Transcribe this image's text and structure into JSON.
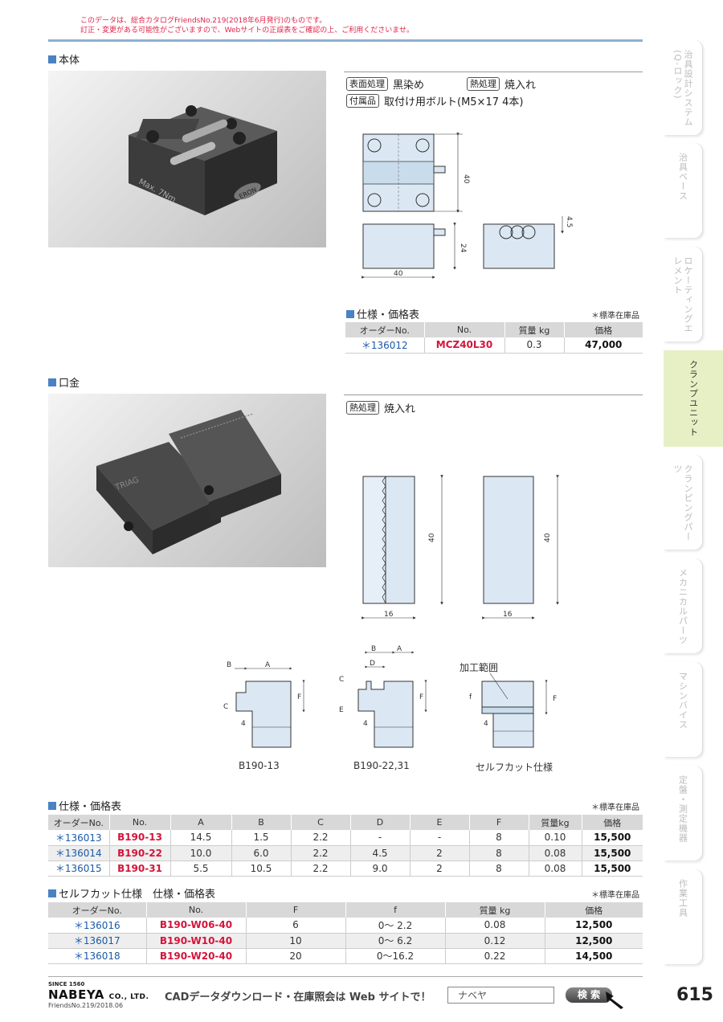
{
  "notice": {
    "line1": "このデータは、総合カタログFriendsNo.219(2018年6月発行)のものです。",
    "line2": "訂正・変更がある可能性がございますので、Webサイトの正誤表をご確認の上、ご利用くださいませ。"
  },
  "body_section": {
    "title": "本体",
    "tag1": "表面処理",
    "val1": "黒染め",
    "tag2": "熱処理",
    "val2": "焼入れ",
    "tag3": "付属品",
    "val3": "取付け用ボルト(M5×17 4本)",
    "dims": {
      "h40": "40",
      "h24": "24",
      "w40": "40",
      "h45": "4.5"
    },
    "table_title": "仕様・価格表",
    "stock": "＊標準在庫品",
    "headers": [
      "オーダーNo.",
      "No.",
      "質量 kg",
      "価格"
    ],
    "rows": [
      {
        "order": "＊136012",
        "no": "MCZ40L30",
        "mass": "0.3",
        "price": "47,000"
      }
    ],
    "photo_text": {
      "label": "Max. 7Nm",
      "logo": "ERON"
    }
  },
  "jaw_section": {
    "title": "口金",
    "tag1": "熱処理",
    "val1": "焼入れ",
    "photo_text": "TRIAG",
    "dims": {
      "h40a": "40",
      "h40b": "40",
      "w16a": "16",
      "w16b": "16"
    },
    "detail_labels": {
      "A": "A",
      "B": "B",
      "C": "C",
      "D": "D",
      "E": "E",
      "F": "F",
      "f": "f",
      "four": "4",
      "area": "加工範囲",
      "cap1": "B190-13",
      "cap2": "B190-22,31",
      "cap3": "セルフカット仕様"
    }
  },
  "table2": {
    "title": "仕様・価格表",
    "stock": "＊標準在庫品",
    "headers": [
      "オーダーNo.",
      "No.",
      "A",
      "B",
      "C",
      "D",
      "E",
      "F",
      "質量kg",
      "価格"
    ],
    "rows": [
      {
        "order": "＊136013",
        "no": "B190-13",
        "A": "14.5",
        "B": "1.5",
        "C": "2.2",
        "D": "-",
        "E": "-",
        "F": "8",
        "mass": "0.10",
        "price": "15,500"
      },
      {
        "order": "＊136014",
        "no": "B190-22",
        "A": "10.0",
        "B": "6.0",
        "C": "2.2",
        "D": "4.5",
        "E": "2",
        "F": "8",
        "mass": "0.08",
        "price": "15,500"
      },
      {
        "order": "＊136015",
        "no": "B190-31",
        "A": "5.5",
        "B": "10.5",
        "C": "2.2",
        "D": "9.0",
        "E": "2",
        "F": "8",
        "mass": "0.08",
        "price": "15,500"
      }
    ]
  },
  "table3": {
    "title": "セルフカット仕様　仕様・価格表",
    "stock": "＊標準在庫品",
    "headers": [
      "オーダーNo.",
      "No.",
      "F",
      "f",
      "質量 kg",
      "価格"
    ],
    "rows": [
      {
        "order": "＊136016",
        "no": "B190-W06-40",
        "F": "6",
        "f": "0～ 2.2",
        "mass": "0.08",
        "price": "12,500"
      },
      {
        "order": "＊136017",
        "no": "B190-W10-40",
        "F": "10",
        "f": "0～ 6.2",
        "mass": "0.12",
        "price": "12,500"
      },
      {
        "order": "＊136018",
        "no": "B190-W20-40",
        "F": "20",
        "f": "0～16.2",
        "mass": "0.22",
        "price": "14,500"
      }
    ]
  },
  "sidebar": [
    {
      "label": "治具設計システム (Q-ロック)"
    },
    {
      "label": "治具ベース"
    },
    {
      "label": "ロケーティングエレメント"
    },
    {
      "label": "クランプユニット"
    },
    {
      "label": "クランピングパーツ"
    },
    {
      "label": "メカニカルパーツ"
    },
    {
      "label": "マシンバイス"
    },
    {
      "label": "定盤・測定機器"
    },
    {
      "label": "作業工具"
    }
  ],
  "footer": {
    "since": "SINCE 1560",
    "brand": "NABEYA",
    "brand_suffix": "CO., LTD.",
    "friends": "FriendsNo.219/2018.06",
    "cad_text": "CADデータダウンロード・在庫照会は Web サイトで！",
    "search_value": "ナベヤ",
    "search_button": "検 索",
    "page_number": "615"
  },
  "colors": {
    "accent": "#4a82c4",
    "red": "#d4143a",
    "blue": "#1a5aa8",
    "active_tab": "#e6f0c4"
  }
}
